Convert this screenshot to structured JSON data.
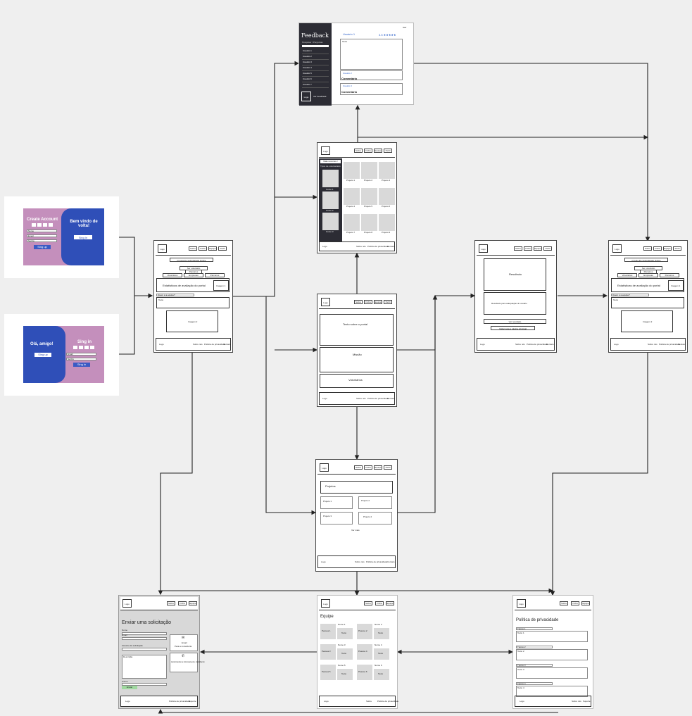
{
  "auth": {
    "create": {
      "title": "Create Account",
      "name": "Nome",
      "email": "Email",
      "password": "Senha",
      "button": "Sing up"
    },
    "welcome_back": {
      "title": "Bem vindo de volta!",
      "button": "Sing in"
    },
    "hello": {
      "title": "Olá, amigo!",
      "button": "Sing up"
    },
    "signin": {
      "title": "Sing in",
      "email": "Email",
      "password": "Senha",
      "button": "Sing in"
    }
  },
  "home": {
    "logo": "Logo",
    "nav": [
      "Sobre",
      "Ficha",
      "Equipe",
      "Perfil"
    ],
    "hero": "O Guia Do Voluntariado Online",
    "buttons": [
      "Ser voluntário",
      "Parceiros"
    ],
    "tabs": [
      "Voluntários",
      "Empresas",
      "Parceiros"
    ],
    "stats": "Estatísticas de avaliação do portal",
    "image1": "Imagem 1",
    "question": "Quem é a equipe?",
    "text": "Texto",
    "image2": "Imagem 2",
    "footer_logo": "Logo",
    "footer_links": [
      "Sobre nós",
      "Política de privacidade",
      "Contato"
    ]
  },
  "feedback": {
    "title": "Feedback",
    "search": "Pesquisar / Perguntas",
    "users": [
      "Usuário 1",
      "Usuário 2",
      "Usuário 3",
      "Usuário 4",
      "Usuário 5",
      "Usuário 6",
      "Usuário 7"
    ],
    "footer_logo": "Logo",
    "footer_text": "Ver Feedback",
    "top": "Sair",
    "card_user": "Usuário 1",
    "rating": "3.5 ★★★★★",
    "card_text": "Texto",
    "card2_user": "Usuário 2",
    "card3_user": "Usuário 3",
    "comment": "Comentário"
  },
  "gallery": {
    "logo": "Logo",
    "nav": [
      "Sobre",
      "Ficha",
      "Equipe",
      "Perfil"
    ],
    "sidebar_title": "Mais recentes / Filtros",
    "sidebar_sub": "Tipos de voluntariado",
    "side_items": [
      "Curso 1",
      "Curso 2",
      "Curso 3"
    ],
    "grid": [
      "Projeto 1",
      "Projeto 2",
      "Projeto 3",
      "Projeto 4",
      "Projeto 5",
      "Projeto 6",
      "Projeto 7",
      "Projeto 8",
      "Projeto 9"
    ],
    "footer_links": [
      "Sobre nós",
      "Política de privacidade",
      "Contato"
    ]
  },
  "about": {
    "logo": "Logo",
    "nav": [
      "Sobre",
      "Ficha",
      "Equipe",
      "Perfil"
    ],
    "blocks": [
      "Texto sobre o portal",
      "Missão",
      "Voluntários"
    ],
    "footer_links": [
      "Sobre nós",
      "Política de privacidade",
      "Contato"
    ]
  },
  "result": {
    "logo": "Logo",
    "nav": [
      "Sobre",
      "Ficha",
      "Equipe",
      "Perfil"
    ],
    "blocks": [
      "Resultado",
      "Resultado para adequação do usuário"
    ],
    "buttons": [
      "Ver resultado",
      "Voltar para a página principal"
    ],
    "footer_links": [
      "Sobre nós",
      "Política de privacidade",
      "Contato"
    ]
  },
  "projects": {
    "logo": "Logo",
    "nav": [
      "Sobre",
      "Ficha",
      "Equipe",
      "Perfil"
    ],
    "heading": "Projetos",
    "items": [
      "Projeto 1",
      "Projeto 2",
      "Projeto 3",
      "Projeto 4"
    ],
    "more": "Ver mais",
    "footer_links": [
      "Sobre nós",
      "Política de privacidade",
      "Contato"
    ]
  },
  "request": {
    "logo": "Logo",
    "nav": [
      "Sobre",
      "Ficha",
      "Equipe"
    ],
    "title": "Enviar uma solicitação",
    "fields": [
      "Nome",
      "Email",
      "Assunto da solicitação",
      "Descrição",
      "Anexo"
    ],
    "send": "Enviar",
    "email_label": "Email",
    "email_text": "Para a consultoria",
    "phone_text": "Aproximados de funcionamento, trabalhando",
    "footer_links": [
      "Política de privacidade",
      "Suporte"
    ]
  },
  "team": {
    "logo": "Logo",
    "nav": [
      "Sobre",
      "Ficha",
      "Equipe"
    ],
    "title": "Equipe",
    "members": [
      {
        "role": "Nome 1",
        "name": "Pessoa 1",
        "text": "Texto"
      },
      {
        "role": "Nome 2",
        "name": "Pessoa 2",
        "text": "Texto"
      },
      {
        "role": "Nome 3",
        "name": "Pessoa 3",
        "text": "Texto"
      },
      {
        "role": "Nome 4",
        "name": "Pessoa 4",
        "text": "Texto"
      },
      {
        "role": "Nome 5",
        "name": "Pessoa 5",
        "text": "Texto"
      },
      {
        "role": "Nome 6",
        "name": "Pessoa 6",
        "text": "Texto"
      }
    ],
    "footer_links": [
      "Sobre",
      "Política de privacidade"
    ]
  },
  "privacy": {
    "logo": "Logo",
    "nav": [
      "Sobre",
      "Ficha",
      "Equipe"
    ],
    "title": "Política de privacidade",
    "sections": [
      {
        "heading": "Tópico 1",
        "text": "Texto 1"
      },
      {
        "heading": "Tópico 2",
        "text": "Texto 2"
      },
      {
        "heading": "Tópico 3",
        "text": "Texto 3"
      },
      {
        "heading": "Tópico 4",
        "text": "Texto 4"
      }
    ],
    "footer_links": [
      "Sobre nós",
      "Suporte"
    ]
  },
  "colors": {
    "pink": "#c48fbc",
    "blue": "#2f4fb8",
    "dark": "#2c2c34",
    "accent": "#3366cc"
  }
}
